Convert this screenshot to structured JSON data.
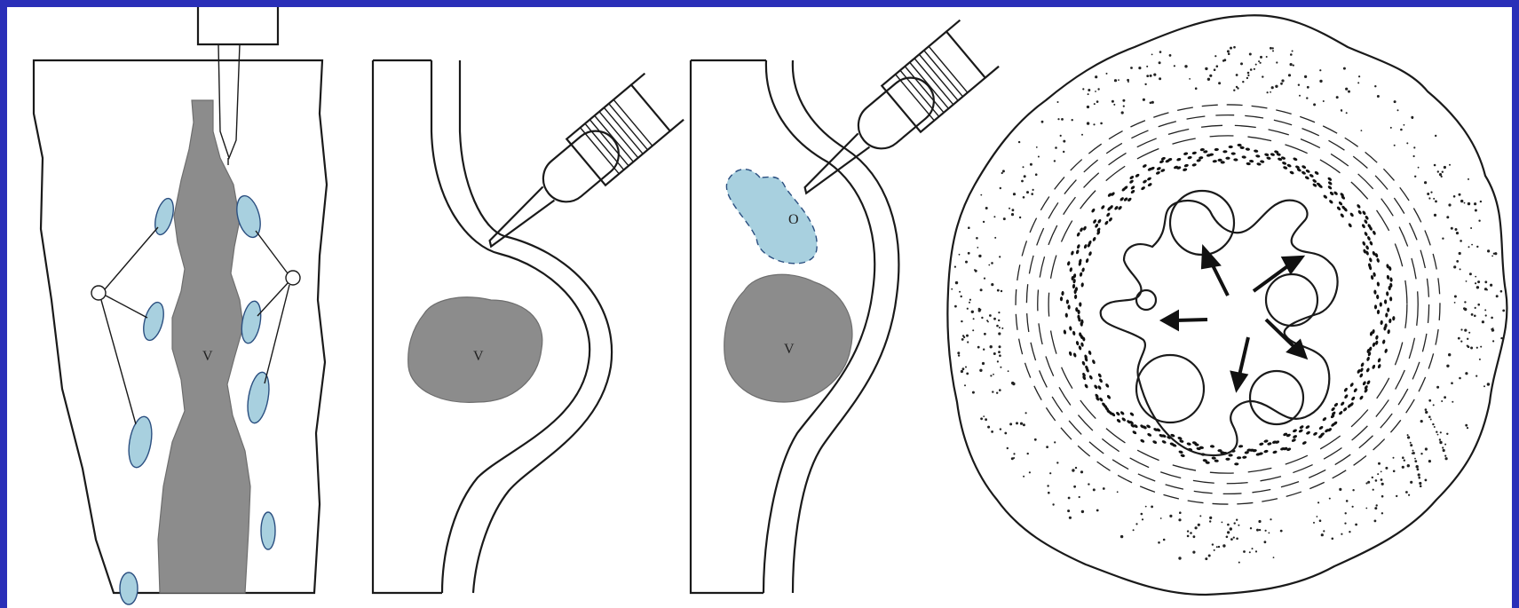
{
  "frame_color": "#2a2fb8",
  "cell_fill_color": "#a8d0df",
  "vessel_fill_color": "#8c8c8c",
  "panels": [
    {
      "name": "longitudinal-vessel",
      "vessel_label": "V"
    },
    {
      "name": "needle-approach",
      "vessel_label": "V"
    },
    {
      "name": "needle-injection",
      "vessel_label": "V",
      "cell_label": "O"
    },
    {
      "name": "cross-section"
    }
  ]
}
